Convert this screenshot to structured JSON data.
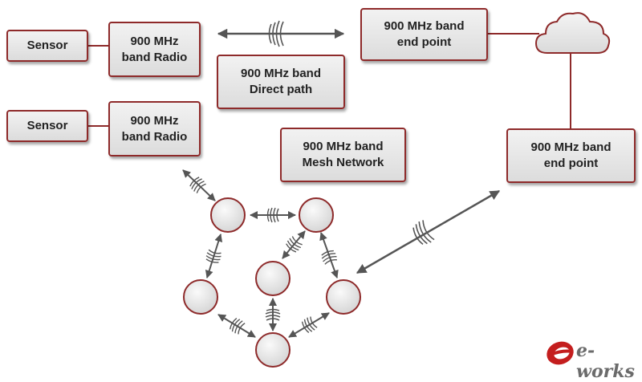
{
  "boxes": {
    "sensor_1": "Sensor",
    "radio_1": "900 MHz\nband Radio",
    "direct_path": "900 MHz band\nDirect path",
    "endpoint_top": "900 MHz band\nend point",
    "sensor_2": "Sensor",
    "radio_2": "900 MHz\nband Radio",
    "mesh_network": "900 MHz band\nMesh Network",
    "endpoint_right": "900 MHz band\nend point"
  },
  "logo": {
    "text": "e-works"
  },
  "colors": {
    "box_border": "#8e2a2a",
    "node_border": "#8e2a2a",
    "arrow": "#555555",
    "cloud_border": "#8e2a2a"
  }
}
